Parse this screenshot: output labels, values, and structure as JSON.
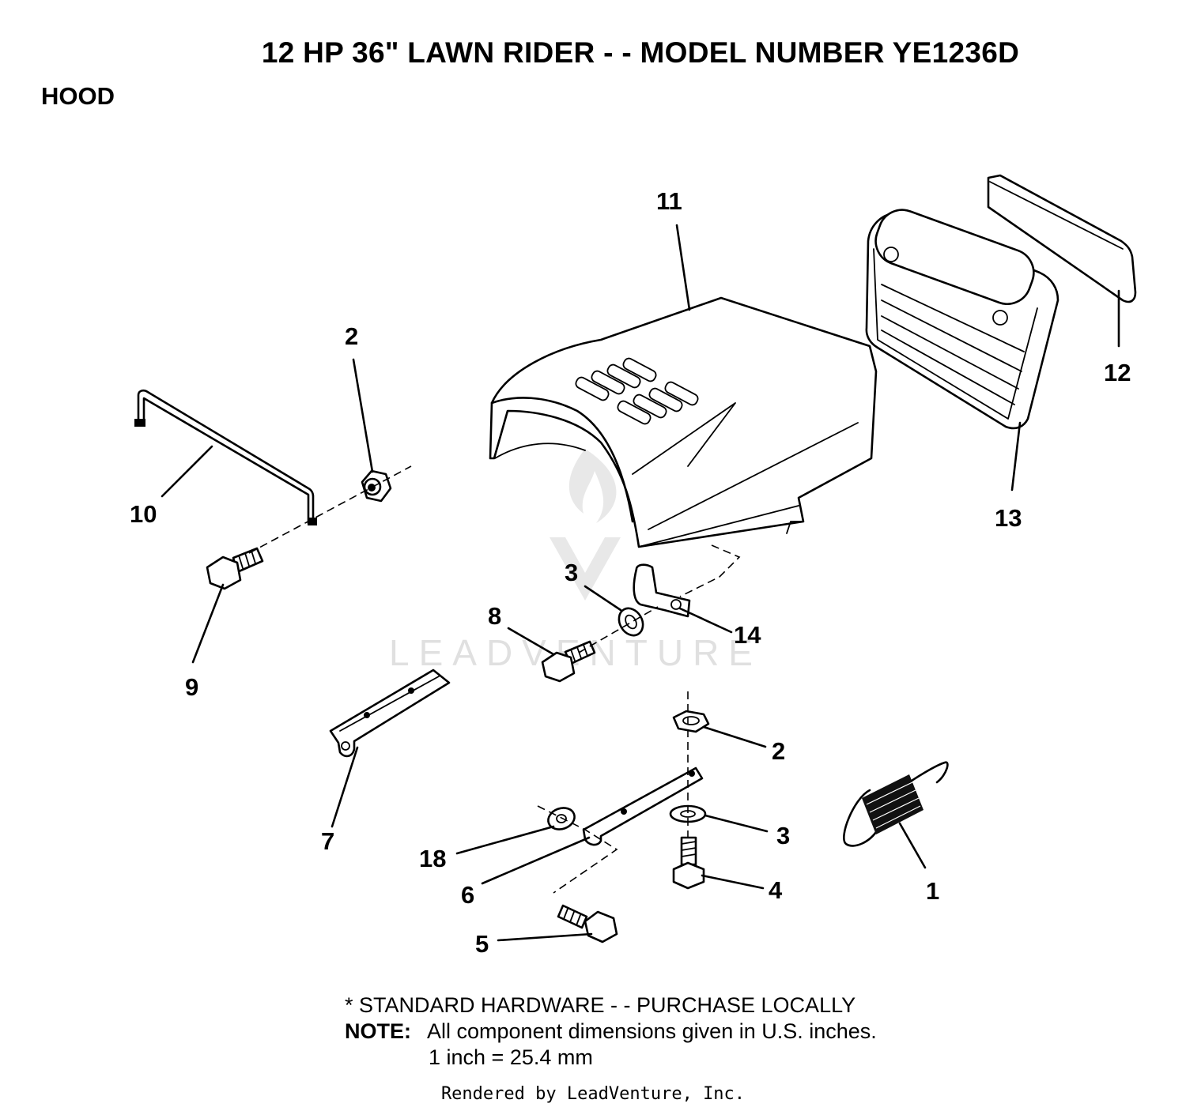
{
  "header": {
    "title": "12 HP 36\" LAWN RIDER - - MODEL NUMBER YE1236D",
    "section": "HOOD"
  },
  "callouts": {
    "c1": "1",
    "c2a": "2",
    "c2b": "2",
    "c3a": "3",
    "c3b": "3",
    "c4": "4",
    "c5": "5",
    "c6": "6",
    "c7": "7",
    "c8": "8",
    "c9": "9",
    "c10": "10",
    "c11": "11",
    "c12": "12",
    "c13": "13",
    "c14": "14",
    "c18": "18"
  },
  "watermark": {
    "text": "LEADVENTURE"
  },
  "footnotes": {
    "standard_hardware": "* STANDARD HARDWARE - - PURCHASE LOCALLY",
    "note_label": "NOTE:",
    "note_text": "All component dimensions given in U.S. inches.",
    "conversion": "1 inch = 25.4 mm"
  },
  "credit": "Rendered by LeadVenture, Inc."
}
